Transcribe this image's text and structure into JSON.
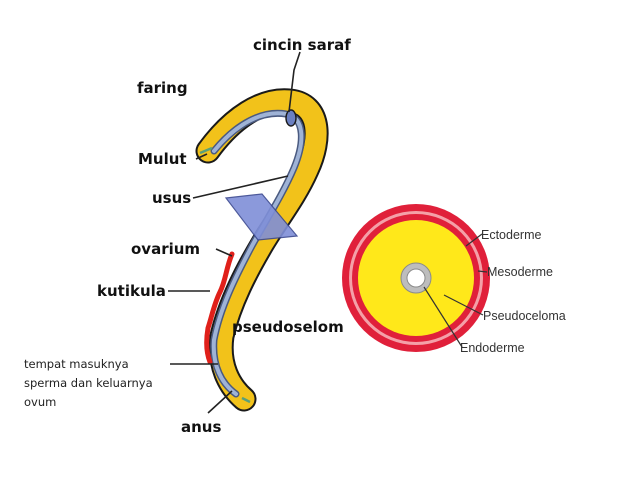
{
  "colors": {
    "body_yellow": "#f2c21a",
    "gut_blue": "#8fa7cf",
    "gut_dark": "#4a5a80",
    "outline": "#1a1a1a",
    "ovarium_red": "#e0201a",
    "nerve_ring": "#6a7fc0",
    "cross_red": "#e0203a",
    "cross_yellow": "#ffe81a",
    "lumen_white": "#ffffff"
  },
  "longitudinal": {
    "labels": {
      "cincin_saraf": "cincin saraf",
      "faring": "faring",
      "mulut": "Mulut",
      "usus": "usus",
      "ovarium": "ovarium",
      "kutikula": "kutikula",
      "pseudoselom": "pseudoselom",
      "tempat_line1": "tempat masuknya",
      "tempat_line2": "sperma dan keluarnya",
      "tempat_line3": "ovum",
      "anus": "anus"
    }
  },
  "cross_section": {
    "labels": {
      "ectoderme": "Ectoderme",
      "mesoderme": "Mesoderme",
      "pseudoceloma": "Pseudoceloma",
      "endoderme": "Endoderme"
    }
  }
}
